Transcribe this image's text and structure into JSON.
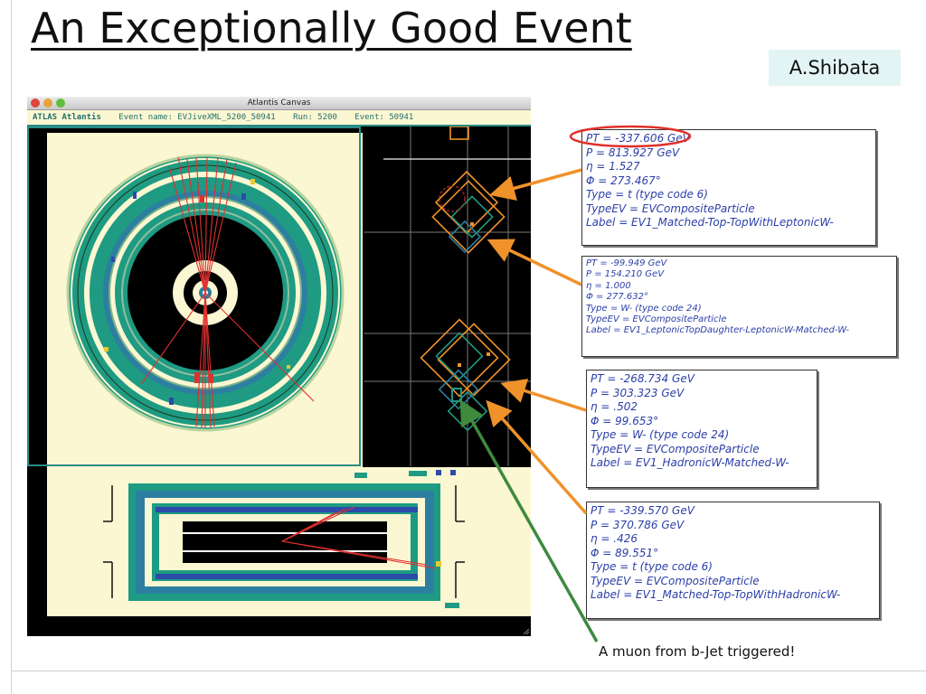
{
  "slide": {
    "title": "An Exceptionally Good Event",
    "author": "A.Shibata",
    "caption": "A muon from b-Jet triggered!"
  },
  "window": {
    "title": "Atlantis Canvas",
    "app_label": "ATLAS Atlantis",
    "event_name": "Event name: EVJiveXML_5200_50941",
    "run": "Run: 5200",
    "event": "Event: 50941"
  },
  "particles": [
    {
      "pt": "PT = -337.606 GeV",
      "p": "P = 813.927 GeV",
      "eta": "η = 1.527",
      "phi": "Φ = 273.467°",
      "type": "Type = t (type code 6)",
      "type_ev": "TypeEV = EVCompositeParticle",
      "label": "Label = EV1_Matched-Top-TopWithLeptonicW-"
    },
    {
      "pt": "PT = -99.949 GeV",
      "p": "P = 154.210 GeV",
      "eta": "η = 1.000",
      "phi": "Φ = 277.632°",
      "type": "Type = W- (type code 24)",
      "type_ev": "TypeEV = EVCompositeParticle",
      "label": "Label = EV1_LeptonicTopDaughter-LeptonicW-Matched-W-"
    },
    {
      "pt": "PT = -268.734 GeV",
      "p": "P = 303.323 GeV",
      "eta": "η = .502",
      "phi": "Φ = 99.653°",
      "type": "Type = W- (type code 24)",
      "type_ev": "TypeEV = EVCompositeParticle",
      "label": "Label = EV1_HadronicW-Matched-W-"
    },
    {
      "pt": "PT = -339.570 GeV",
      "p": "P = 370.786 GeV",
      "eta": "η = .426",
      "phi": "Φ = 89.551°",
      "type": "Type = t (type code 6)",
      "type_ev": "TypeEV = EVCompositeParticle",
      "label": "Label = EV1_Matched-Top-TopWithHadronicW-"
    }
  ],
  "colors": {
    "arrow": "#f0922a",
    "muon_arrow": "#3e8a3e",
    "highlight": "#e0302a",
    "detector_teal": "#1e9b82",
    "detector_blue": "#2c7fa0",
    "info_text": "#2b3fa8"
  },
  "icons": {
    "window_close": "red-dot-icon",
    "window_minimize": "yellow-dot-icon",
    "window_zoom": "green-dot-icon"
  }
}
